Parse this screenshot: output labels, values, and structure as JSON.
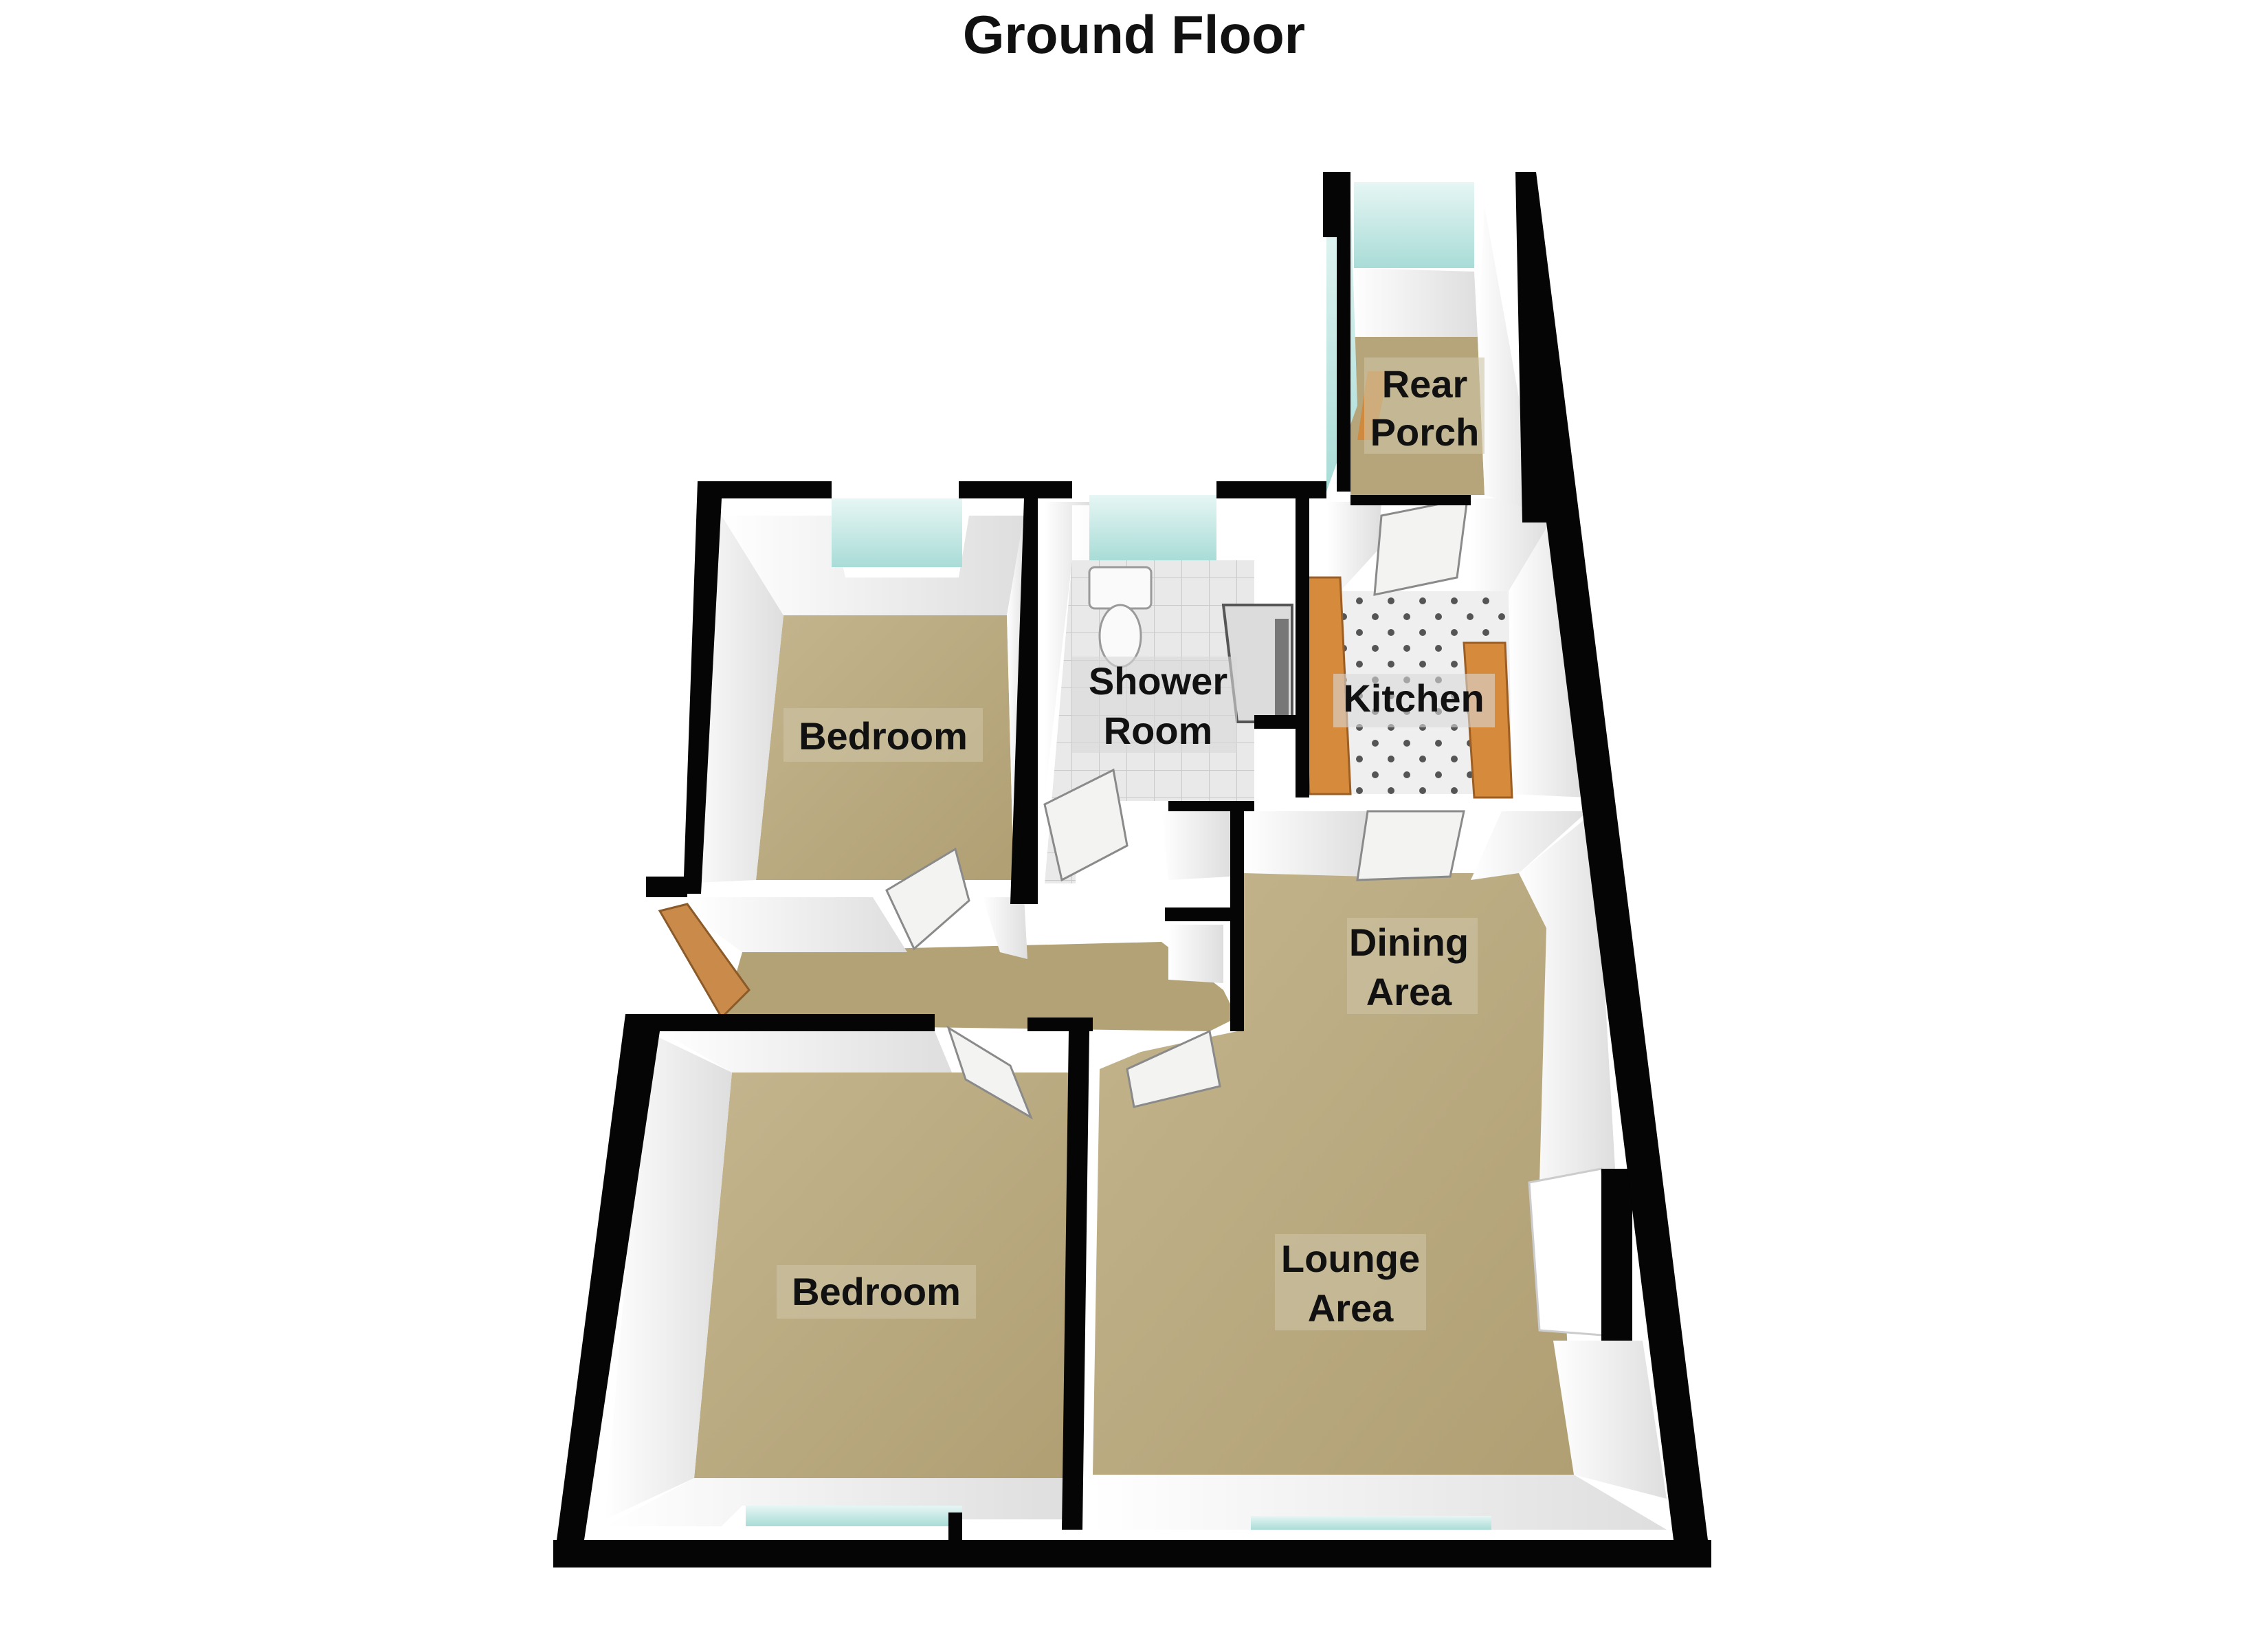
{
  "title": "Ground Floor",
  "rooms": {
    "bedroom_rear": {
      "line1": "Bedroom"
    },
    "shower_room": {
      "line1": "Shower",
      "line2": "Room"
    },
    "kitchen": {
      "line1": "Kitchen"
    },
    "rear_porch": {
      "line1": "Rear",
      "line2": "Porch"
    },
    "dining_area": {
      "line1": "Dining",
      "line2": "Area"
    },
    "lounge_area": {
      "line1": "Lounge",
      "line2": "Area"
    },
    "bedroom_front": {
      "line1": "Bedroom"
    }
  },
  "colors": {
    "wall": "#050505",
    "wall_face": "#f2f2f2",
    "carpet": "#b8a77c",
    "tile": "#e4e4e4",
    "worktop": "#d8893a",
    "window_glass": "#bfe7e3",
    "door": "#f0f0ee"
  }
}
